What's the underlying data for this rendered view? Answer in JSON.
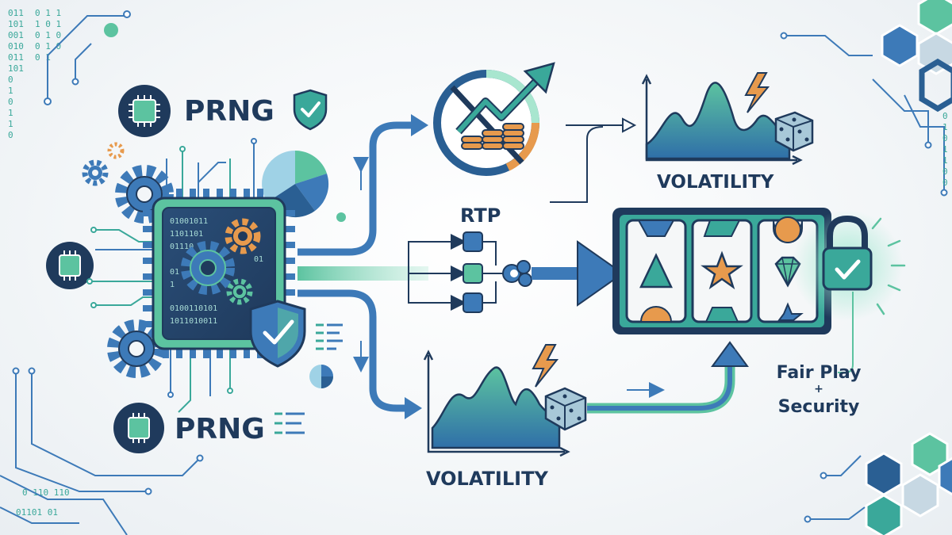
{
  "labels": {
    "prng_top": "PRNG",
    "prng_bottom": "PRNG",
    "rtp": "RTP",
    "volatility_top": "VOLATILITY",
    "volatility_bottom": "VOLATILITY",
    "fair_play_line1": "Fair Play",
    "fair_play_plus": "+",
    "fair_play_line2": "Security"
  },
  "decor_text": {
    "binary_top_left": [
      "011",
      "101",
      "001",
      "010",
      "011",
      "101",
      "0",
      "1",
      "0",
      "1",
      "1",
      "0"
    ],
    "binary_top_left_col2": [
      "0 1 1",
      "1 0 1",
      "0 1 0",
      "0 1 0",
      "0 1"
    ],
    "binary_bottom_left": [
      "0 110 110",
      "01101 01"
    ],
    "binary_right": [
      "0",
      "1",
      "0",
      "1",
      "1",
      "0",
      "0"
    ],
    "chip_binary": [
      "01001011",
      "1101101",
      "01110",
      "01",
      "01",
      "1",
      "0100110101",
      "1011010011"
    ]
  },
  "icons": [
    "cpu-icon",
    "shield-check-icon",
    "gear-icon",
    "pie-chart-icon",
    "coin-stack-icon",
    "trend-arrow-icon",
    "lightning-icon",
    "dice-icon",
    "padlock-icon",
    "triangle-symbol",
    "star-symbol",
    "diamond-symbol"
  ],
  "colors": {
    "navy": "#1f3a5c",
    "blue": "#3d7ab8",
    "teal": "#3aa89a",
    "green": "#5cc3a0",
    "orange": "#e79a4d",
    "light_teal": "#a8dcd6"
  }
}
